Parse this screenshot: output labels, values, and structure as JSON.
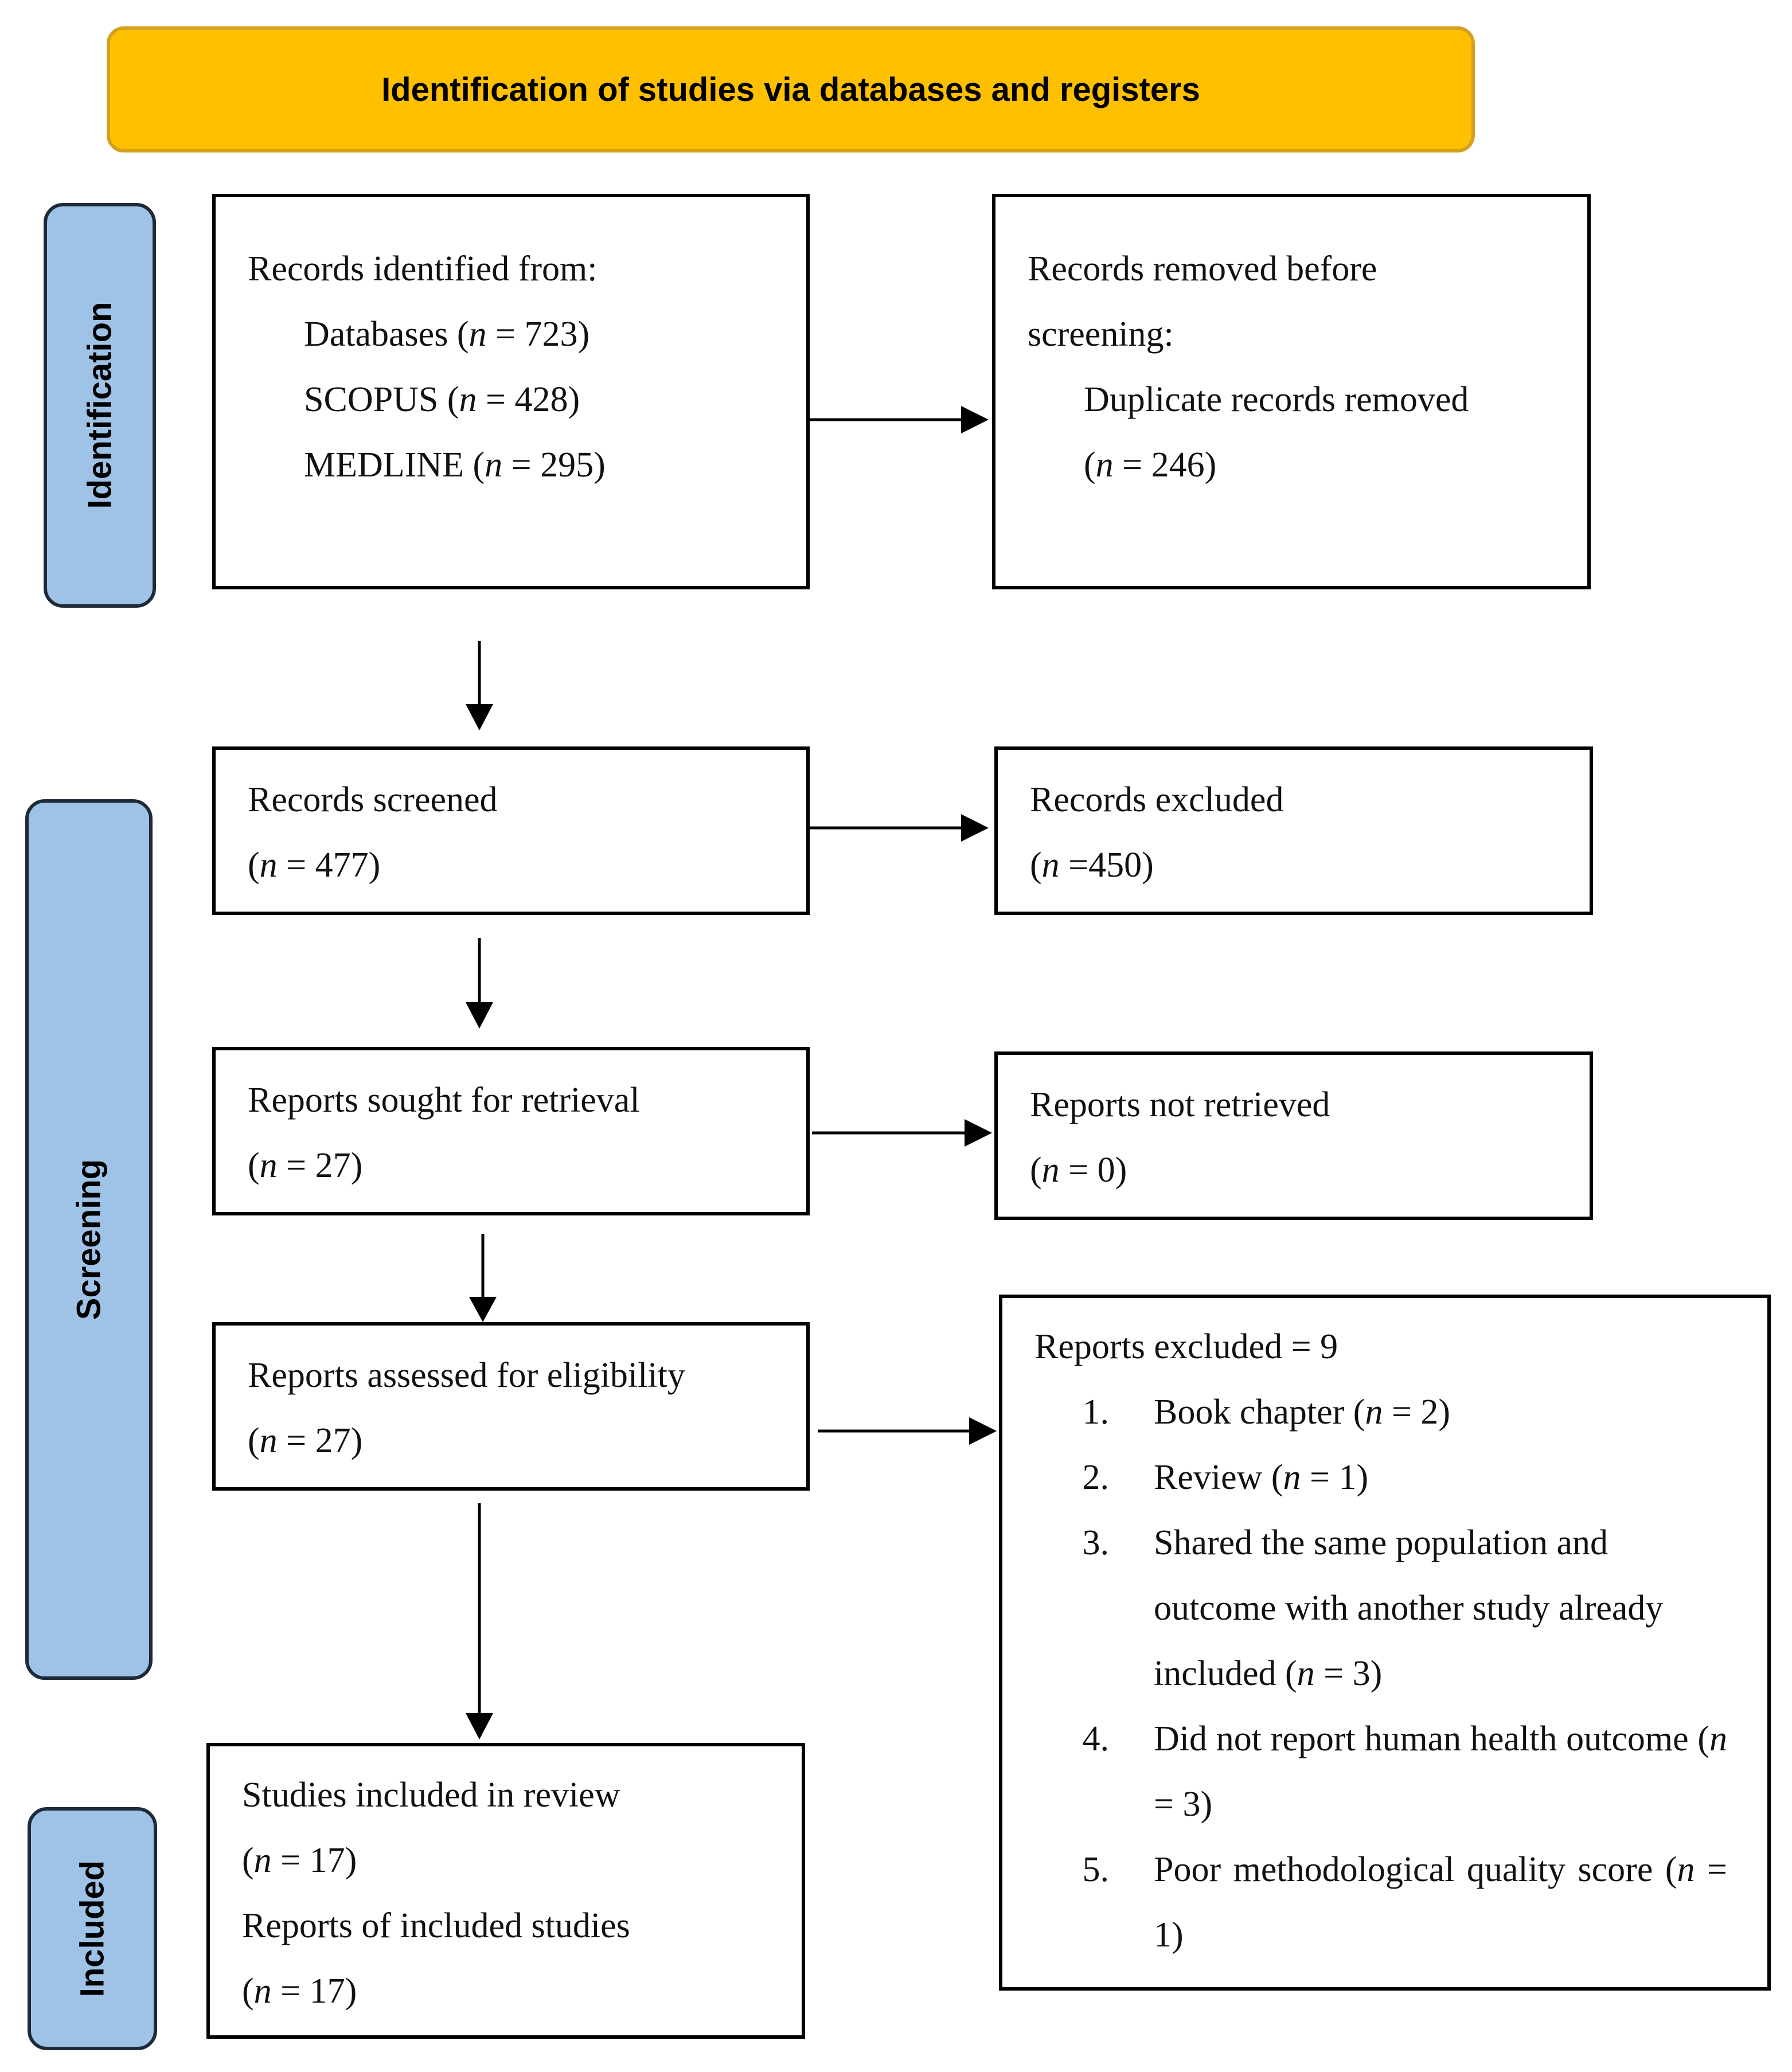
{
  "banner": {
    "title": "Identification of studies via databases and registers"
  },
  "phases": {
    "identification": "Identification",
    "screening": "Screening",
    "included": "Included"
  },
  "boxes": {
    "identified": {
      "title": "Records identified from:",
      "databases": "Databases",
      "databases_n": "723",
      "scopus": "SCOPUS",
      "scopus_n": "428",
      "medline": "MEDLINE",
      "medline_n": "295"
    },
    "removed": {
      "title_line1": "Records removed before",
      "title_line2": "screening:",
      "duplicates": "Duplicate records removed",
      "duplicates_n": "246"
    },
    "screened": {
      "title": "Records screened",
      "n": "477"
    },
    "excluded": {
      "title": "Records excluded",
      "n": "450"
    },
    "sought": {
      "title": "Reports sought for retrieval",
      "n": "27"
    },
    "not_retrieved": {
      "title": "Reports not retrieved",
      "n": "0"
    },
    "assessed": {
      "title": "Reports assessed for eligibility",
      "n": "27"
    },
    "reports_excluded": {
      "title": "Reports excluded = 9",
      "reasons": [
        {
          "num": "1.",
          "text": "Book chapter",
          "n": "2"
        },
        {
          "num": "2.",
          "text": "Review",
          "n": "1"
        },
        {
          "num": "3.",
          "text": "Shared the same population and outcome with another study already included",
          "n": "3"
        },
        {
          "num": "4.",
          "text": "Did not report human health outcome",
          "n": "3"
        },
        {
          "num": "5.",
          "text": "Poor methodological quality score",
          "n": "1"
        }
      ]
    },
    "included": {
      "studies": "Studies included in review",
      "studies_n": "17",
      "reports": "Reports of included studies",
      "reports_n": "17"
    }
  }
}
